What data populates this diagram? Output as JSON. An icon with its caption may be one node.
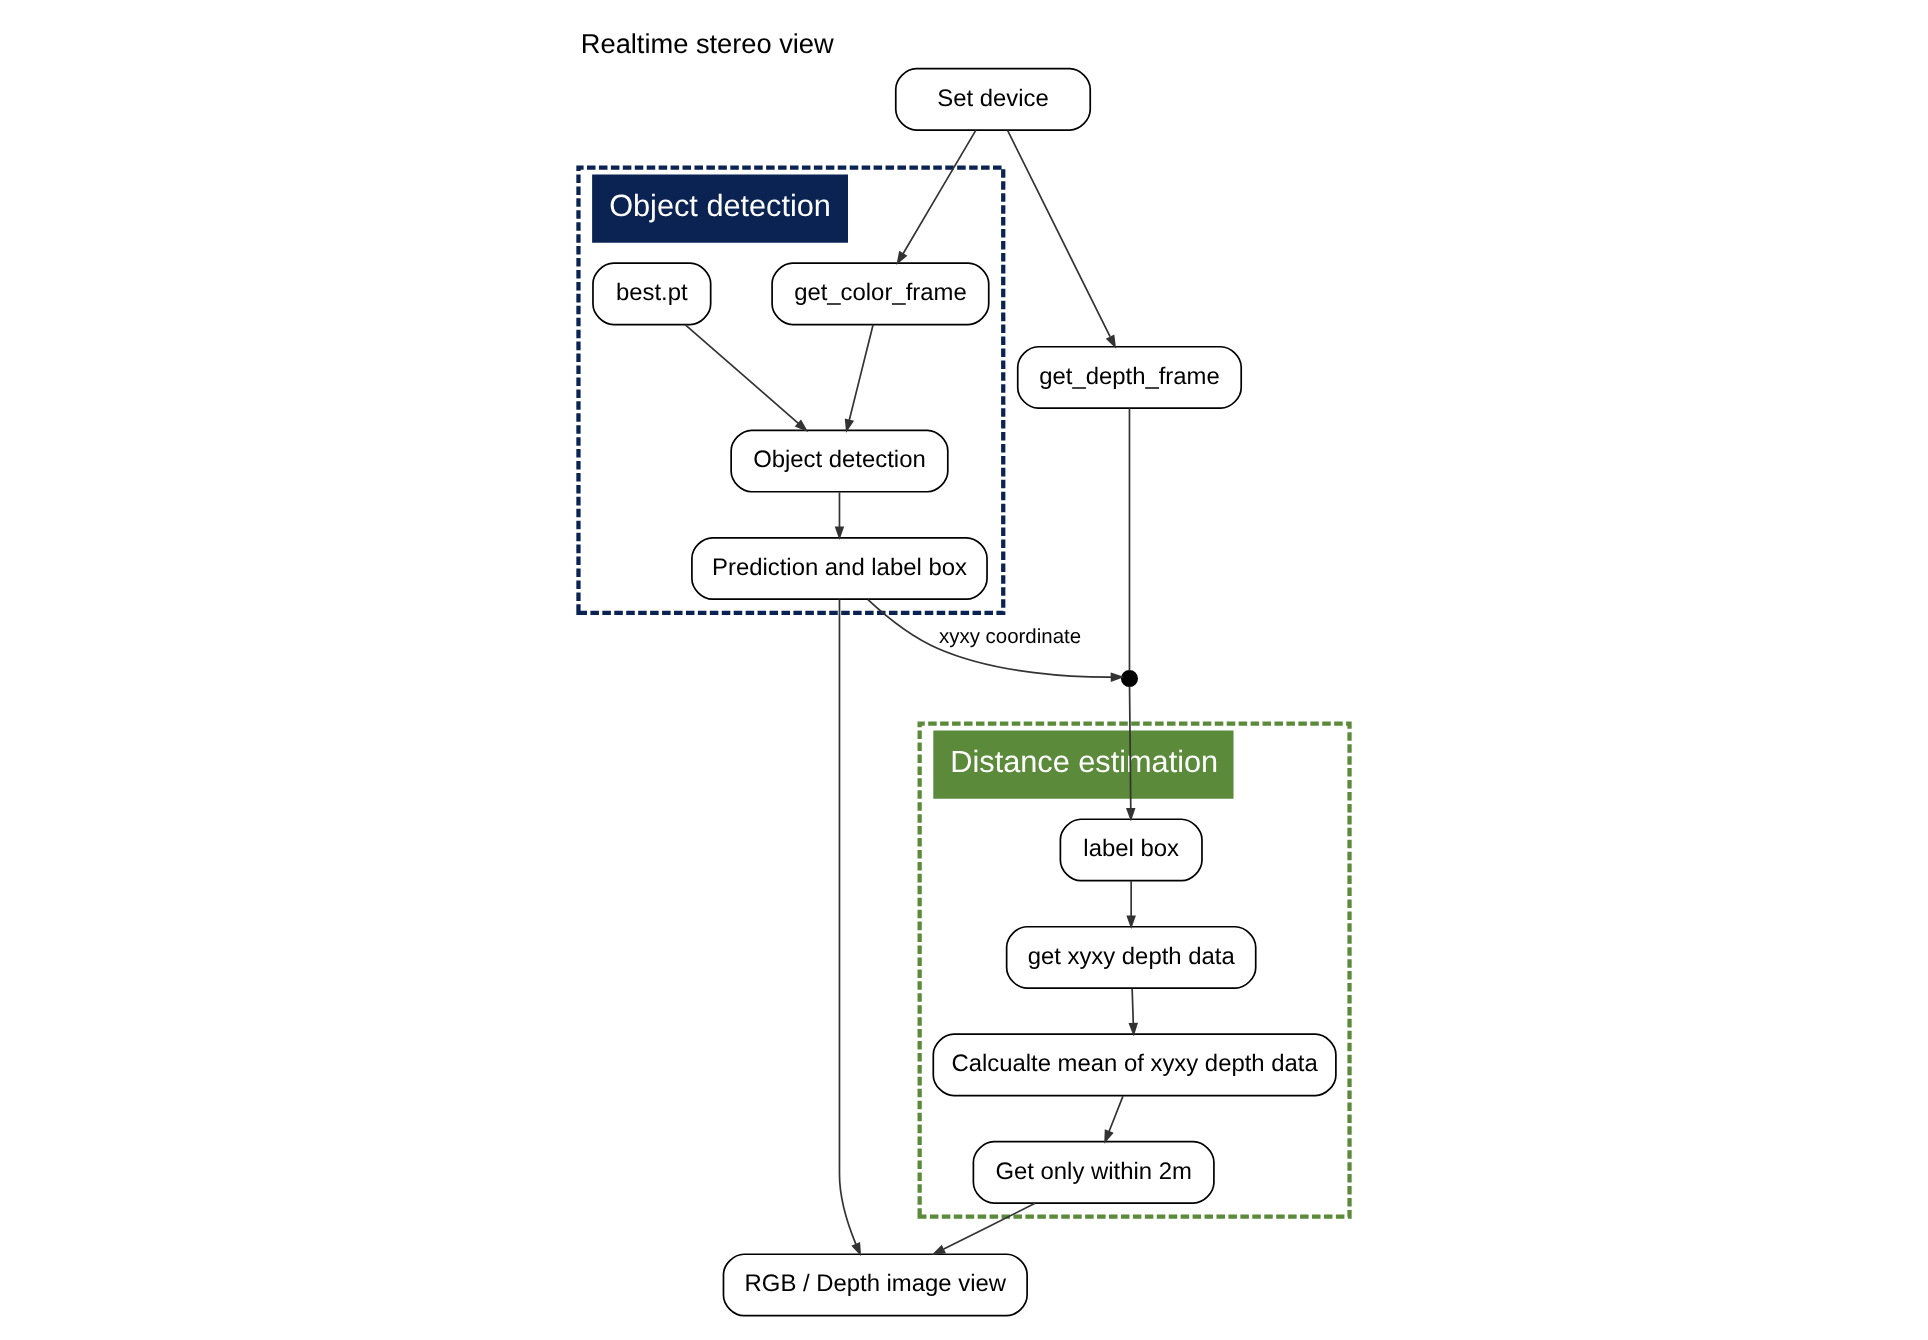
{
  "diagram": {
    "title": "Realtime stereo view",
    "nodes": [
      {
        "text": [
          "Set device"
        ]
      },
      {
        "text": [
          "Object detection"
        ]
      },
      {
        "text": [
          "get_color_frame"
        ],
        "in": 1
      },
      {
        "text": [
          "best.pt"
        ],
        "in": 1
      },
      {
        "text": [
          "Object detection"
        ],
        "in": 1
      },
      {
        "text": [
          "Prediction and label box"
        ],
        "in": 1
      },
      {
        "text": [
          "get_depth_frame"
        ]
      },
      {
        "text": [],
        "shape": "circle"
      },
      {
        "text": [
          "Distance estimation"
        ]
      },
      {
        "text": [
          "label box"
        ],
        "in": 8
      },
      {
        "text": [
          "get xyxy depth data"
        ],
        "in": 8
      },
      {
        "text": [
          "Calcualte mean of xyxy depth data"
        ],
        "in": 8
      },
      {
        "text": [
          "Get only within 2m"
        ],
        "in": 8
      },
      {
        "text": [
          "RGB / Depth image view"
        ]
      }
    ],
    "edges": [
      {
        "from": 0,
        "to": 2,
        "arrow": "to"
      },
      {
        "from": 0,
        "to": 6,
        "arrow": "to"
      },
      {
        "from": 2,
        "to": 4,
        "arrow": "to"
      },
      {
        "from": 3,
        "to": 4,
        "arrow": "to"
      },
      {
        "from": 4,
        "to": 5,
        "arrow": "to"
      },
      {
        "from": 5,
        "to": 7,
        "arrow": "to",
        "label": "xyxy coordinate"
      },
      {
        "from": 6,
        "to": 7,
        "arrow": "none"
      },
      {
        "from": 7,
        "to": 9,
        "arrow": "to"
      },
      {
        "from": 9,
        "to": 10,
        "arrow": "to"
      },
      {
        "from": 10,
        "to": 11,
        "arrow": "to"
      },
      {
        "from": 11,
        "to": 12,
        "arrow": "to"
      },
      {
        "from": 12,
        "to": 13,
        "arrow": "to"
      },
      {
        "from": 5,
        "to": 13,
        "arrow": "to"
      }
    ]
  }
}
